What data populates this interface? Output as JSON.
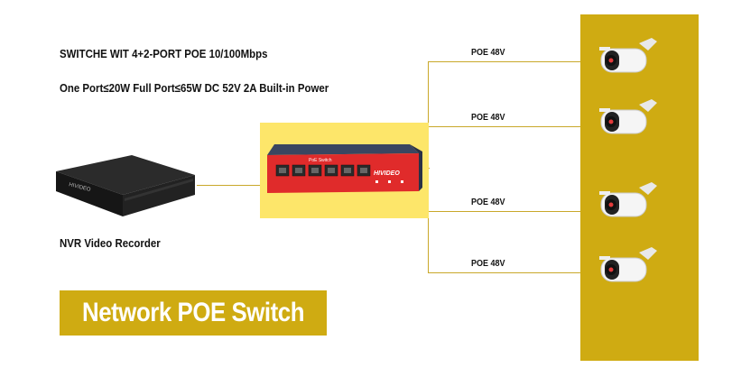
{
  "header": {
    "line1": "SWITCHE WIT 4+2-PORT POE 10/100Mbps",
    "line2": "One Port≤20W    Full Port≤65W  DC 52V 2A Built-in Power"
  },
  "recorder": {
    "label": "NVR Video Recorder",
    "brand": "HIVIDEO"
  },
  "switch": {
    "brand": "HIVIDEO",
    "port_label": "PoE Switch"
  },
  "connections": [
    {
      "label": "POE 48V"
    },
    {
      "label": "POE 48V"
    },
    {
      "label": "POE 48V"
    },
    {
      "label": "POE 48V"
    }
  ],
  "title": "Network POE Switch",
  "colors": {
    "accent_gold": "#cfab12",
    "switch_highlight": "#fde66a",
    "switch_red": "#e02b2b",
    "line": "#c9a82a"
  }
}
